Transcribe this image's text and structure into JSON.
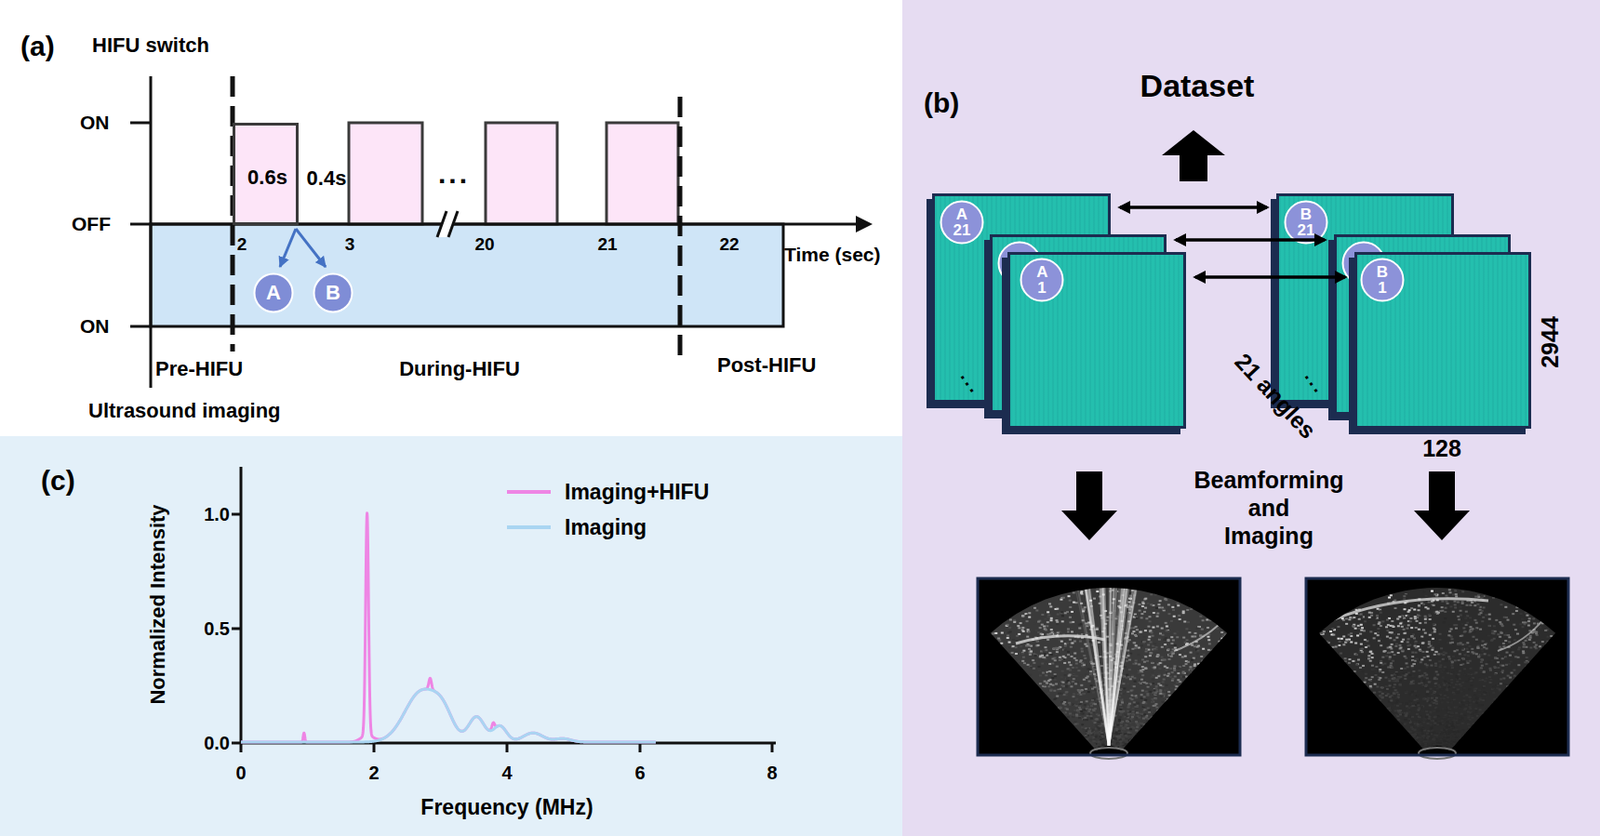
{
  "diagram": {
    "nodes": [
      {
        "text": [
          "0.6s"
        ]
      },
      {
        "text": [
          "A"
        ]
      },
      {
        "text": [
          "B"
        ]
      },
      {
        "text": []
      },
      {
        "text": [
          "A 21"
        ],
        "in": 3
      },
      {
        "text": []
      },
      {
        "text": []
      },
      {
        "text": [
          "A 1"
        ],
        "in": 6
      },
      {
        "text": []
      },
      {
        "text": [
          "B 21"
        ],
        "in": 8
      },
      {
        "text": []
      },
      {
        "text": []
      },
      {
        "text": [
          "B 1"
        ],
        "in": 11
      }
    ],
    "edges": [
      {
        "from": 3,
        "to": 8,
        "arrow": "both"
      },
      {
        "from": 5,
        "to": 10,
        "arrow": "both"
      },
      {
        "from": 6,
        "to": 11,
        "arrow": "both"
      }
    ],
    "labels": [
      "(a)",
      "HIFU switch",
      "ON",
      "OFF",
      "ON",
      "0.4s",
      "...",
      "2",
      "3",
      "20",
      "21",
      "22",
      "Time (sec)",
      "Pre-HIFU",
      "During-HIFU",
      "Post-HIFU",
      "Ultrasound imaging",
      "(b)",
      "Dataset",
      "...",
      "...",
      "21 angles",
      "2944",
      "128",
      "Beamforming and Imaging",
      "(c)",
      "Normalized Intensity",
      "Frequency (MHz)",
      "0.0",
      "0.5",
      "1.0",
      "0",
      "2",
      "4",
      "6",
      "8"
    ],
    "legend": [
      {
        "text": "Imaging+HIFU",
        "color": "#ee85e4"
      },
      {
        "text": "Imaging",
        "color": "#a9d5f2"
      }
    ]
  }
}
